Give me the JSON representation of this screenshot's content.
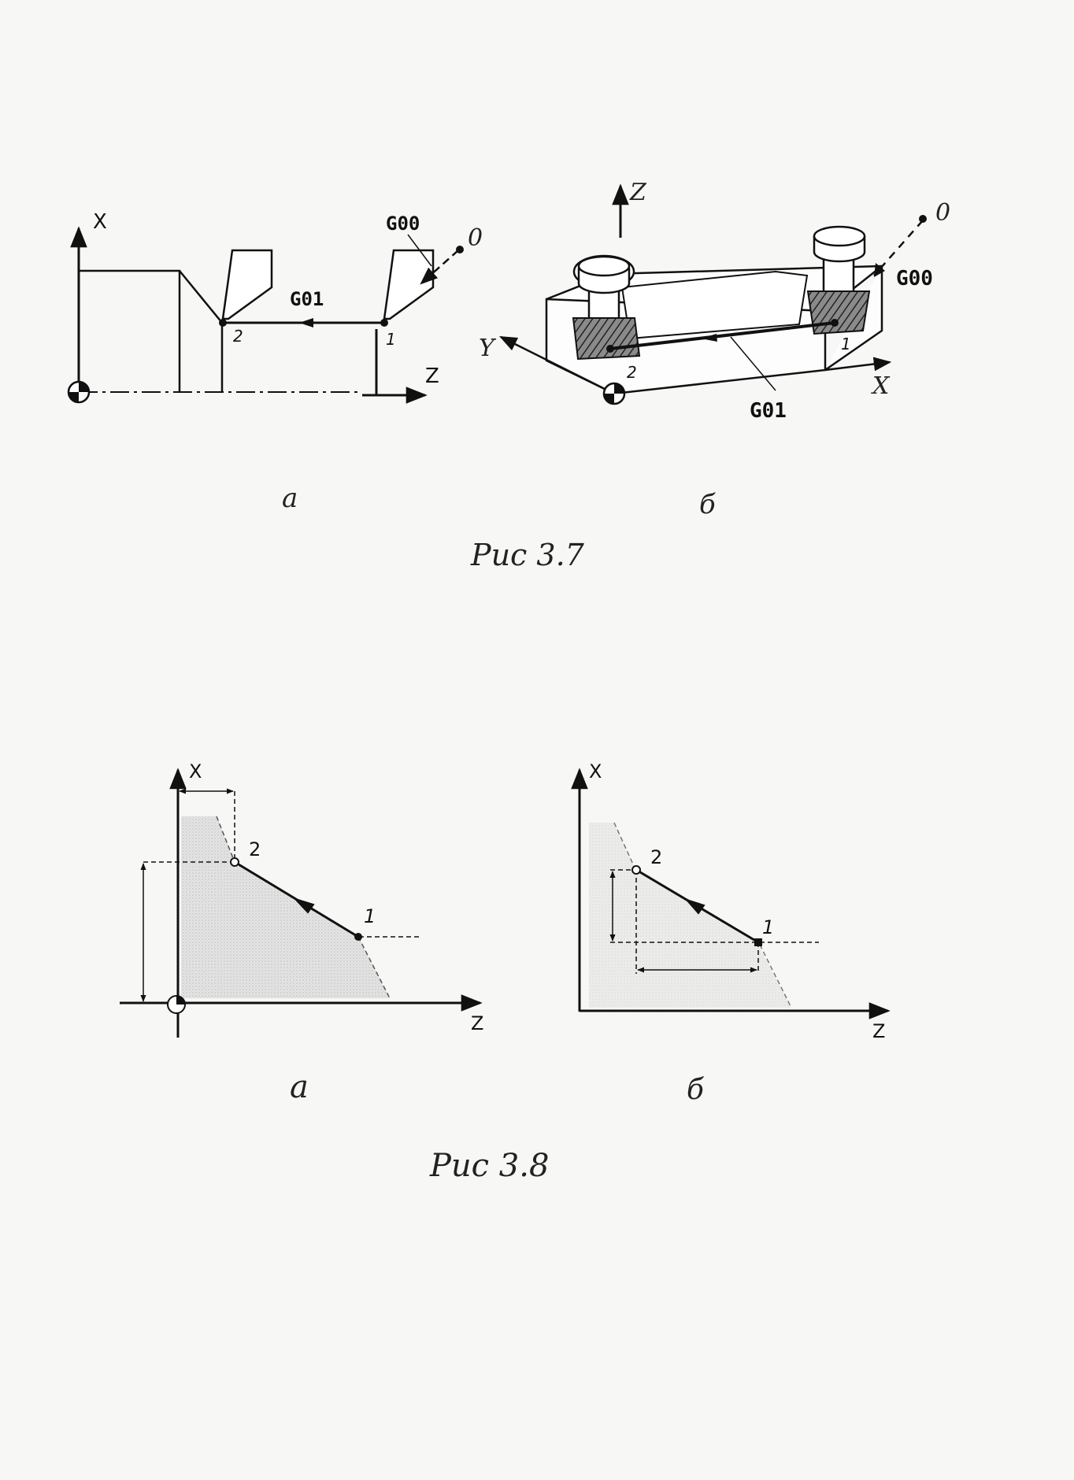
{
  "fig37": {
    "a": {
      "axis_x": "X",
      "axis_z": "Z",
      "g00": "G00",
      "g01": "G01",
      "pt0": "0",
      "pt1": "1",
      "pt2": "2"
    },
    "b": {
      "axis_z": "Z",
      "axis_y": "Y",
      "axis_x": "X",
      "g00": "G00",
      "g01": "G01",
      "pt0": "0",
      "pt1": "1",
      "pt2": "2"
    },
    "sub_a": "a",
    "sub_b": "б",
    "caption": "Рис 3.7"
  },
  "fig38": {
    "a": {
      "axis_x": "X",
      "axis_z": "Z",
      "pt1": "1",
      "pt2": "2"
    },
    "b": {
      "axis_x": "X",
      "axis_z": "Z",
      "pt1": "1",
      "pt2": "2"
    },
    "sub_a": "a",
    "sub_b": "б",
    "caption": "Рис 3.8"
  }
}
